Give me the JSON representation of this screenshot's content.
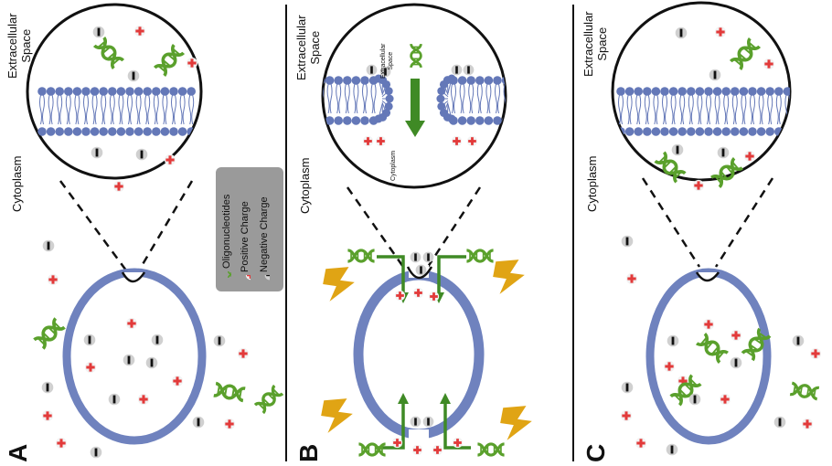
{
  "panels": [
    {
      "letter": "A",
      "extracellular_label": "Extracellular\nSpace",
      "cytoplasm_label": "Cytoplasm"
    },
    {
      "letter": "B",
      "extracellular_label": "Extracellular\nSpace",
      "cytoplasm_label": "Cytoplasm",
      "zoom_extracellular_label": "Extracellular\nSpace",
      "zoom_cytoplasm_label": "Cytoplasm"
    },
    {
      "letter": "C",
      "extracellular_label": "Extracellular\nSpace",
      "cytoplasm_label": "Cytoplasm"
    }
  ],
  "legend": {
    "items": [
      {
        "icon": "dna-icon",
        "label": "Oligonucleotides"
      },
      {
        "icon": "plus-icon",
        "label": "Positive Charge"
      },
      {
        "icon": "minus-icon",
        "label": "Negative Charge"
      }
    ]
  },
  "colors": {
    "membrane": "#6f82be",
    "lipid_head": "#6478b8",
    "dna": "#5aa02c",
    "arrow": "#3f8a25",
    "lightning": "#e0a414",
    "positive": "#e23a3a",
    "negative_bg": "#d6d6d6",
    "legend_bg": "#9a9a9a"
  }
}
